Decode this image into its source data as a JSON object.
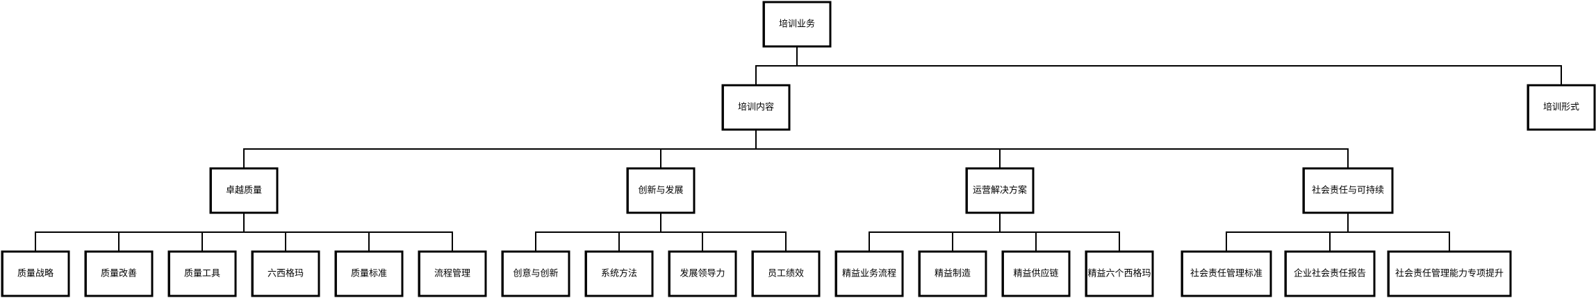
{
  "diagram": {
    "type": "tree",
    "root": {
      "id": "root",
      "label": "培训业务",
      "children": [
        {
          "id": "content",
          "label": "培训内容",
          "children": [
            {
              "id": "quality",
              "label": "卓越质量",
              "children": [
                {
                  "id": "q1",
                  "label": "质量战略"
                },
                {
                  "id": "q2",
                  "label": "质量改善"
                },
                {
                  "id": "q3",
                  "label": "质量工具"
                },
                {
                  "id": "q4",
                  "label": "六西格玛"
                },
                {
                  "id": "q5",
                  "label": "质量标准"
                },
                {
                  "id": "q6",
                  "label": "流程管理"
                }
              ]
            },
            {
              "id": "innovation",
              "label": "创新与发展",
              "children": [
                {
                  "id": "i1",
                  "label": "创意与创新"
                },
                {
                  "id": "i2",
                  "label": "系统方法"
                },
                {
                  "id": "i3",
                  "label": "发展领导力"
                },
                {
                  "id": "i4",
                  "label": "员工绩效"
                }
              ]
            },
            {
              "id": "operations",
              "label": "运营解决方案",
              "children": [
                {
                  "id": "o1",
                  "label": "精益业务流程"
                },
                {
                  "id": "o2",
                  "label": "精益制造"
                },
                {
                  "id": "o3",
                  "label": "精益供应链"
                },
                {
                  "id": "o4",
                  "label": "精益六个西格玛"
                }
              ]
            },
            {
              "id": "csr",
              "label": "社会责任与可持续",
              "children": [
                {
                  "id": "s1",
                  "label": "社会责任管理标准"
                },
                {
                  "id": "s2",
                  "label": "企业社会责任报告"
                },
                {
                  "id": "s3",
                  "label": "社会责任管理能力专项提升"
                }
              ]
            }
          ]
        },
        {
          "id": "format",
          "label": "培训形式",
          "children": []
        }
      ]
    }
  }
}
